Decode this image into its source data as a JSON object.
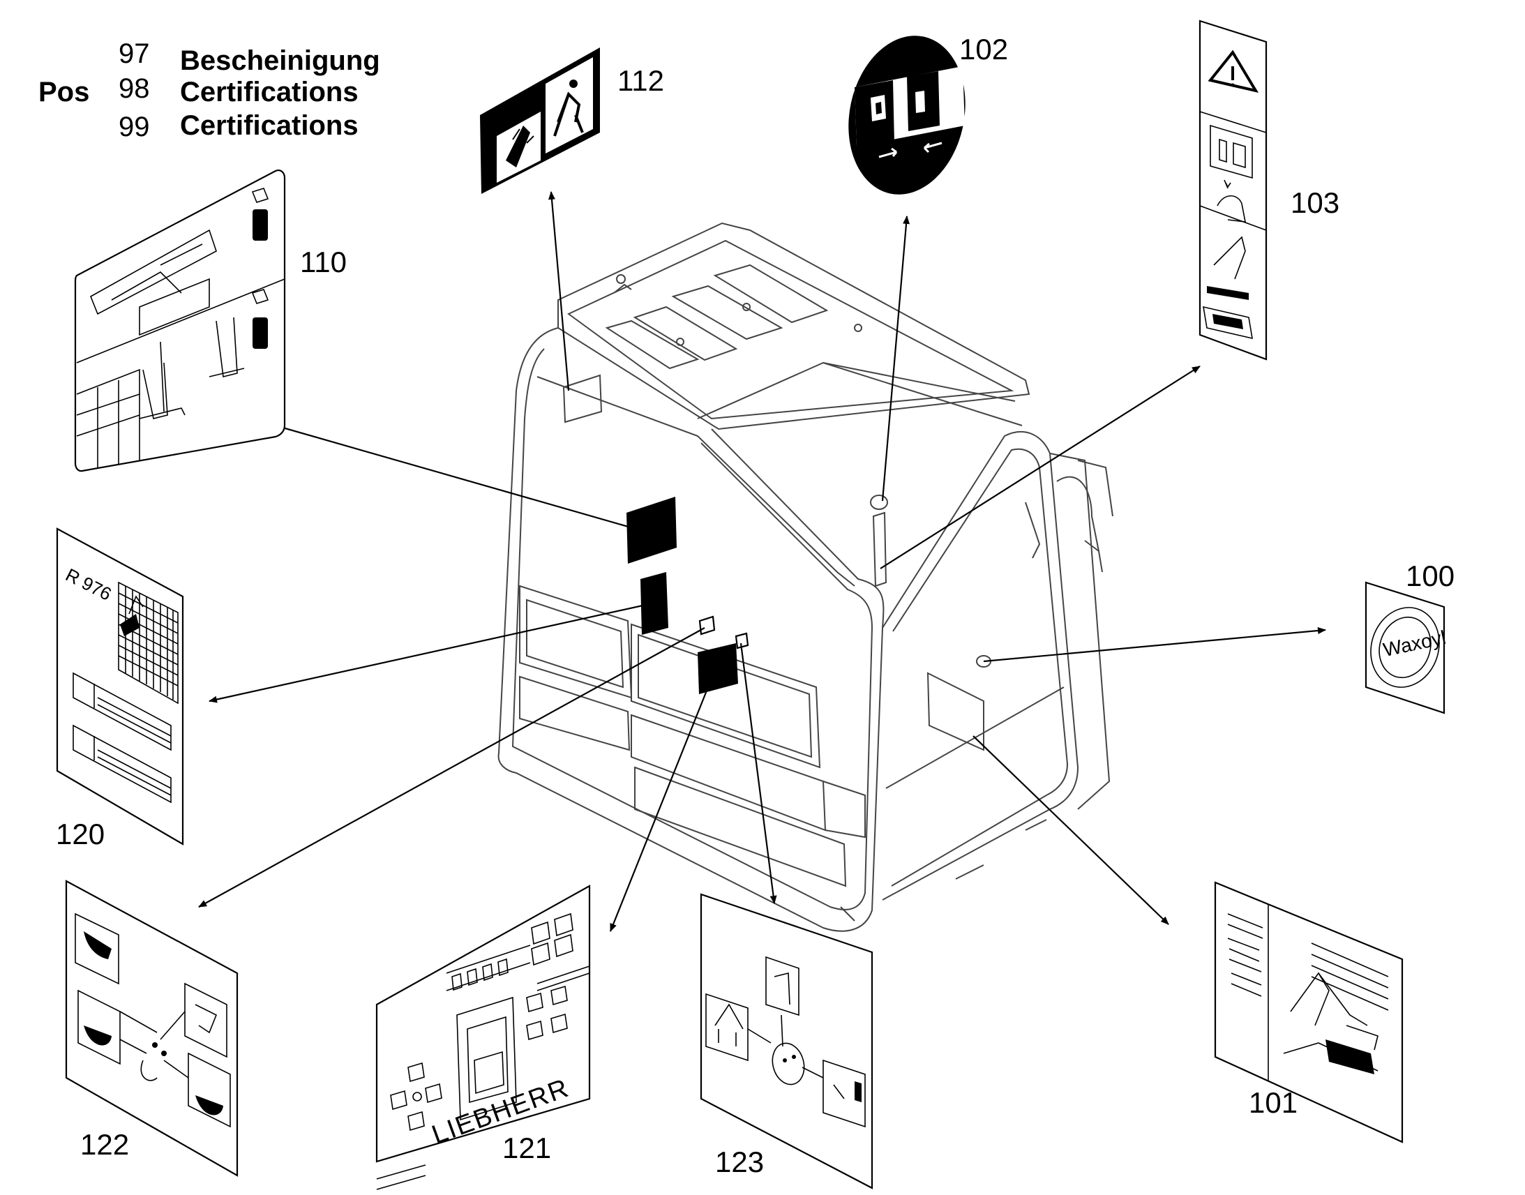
{
  "legend": {
    "prefix": "Pos",
    "rows": [
      {
        "num": "97",
        "text": "Bescheinigung"
      },
      {
        "num": "98",
        "text": "Certifications"
      },
      {
        "num": "99",
        "text": "Certifications"
      }
    ]
  },
  "callouts": {
    "c100": "100",
    "c101": "101",
    "c102": "102",
    "c103": "103",
    "c110": "110",
    "c112": "112",
    "c120": "120",
    "c121": "121",
    "c122": "122",
    "c123": "123"
  },
  "decal_text": {
    "r976": "R 976",
    "liebherr": "LIEBHERR",
    "waxoyl": "Waxoyl"
  }
}
